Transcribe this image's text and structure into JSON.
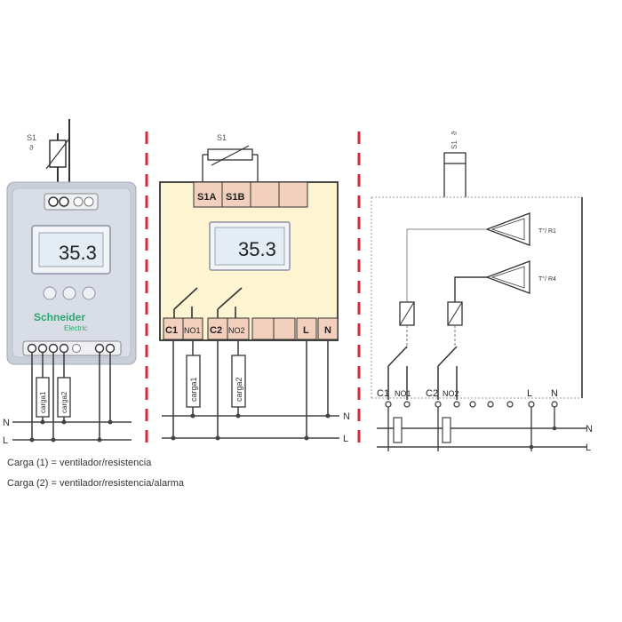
{
  "device": {
    "display_value": "35.3",
    "brand": "Schneider",
    "brand_sub": "Electric"
  },
  "panel1": {
    "sensor_label": "S1",
    "sensor_sub": "ϑ",
    "load1": "carga1",
    "load2": "carga2",
    "label_n": "N",
    "label_l": "L"
  },
  "panel2": {
    "sensor_label": "S1",
    "terminals_top": [
      "S1A",
      "S1B"
    ],
    "display_value": "35.3",
    "terminals_bottom": [
      "C1",
      "NO1",
      "C2",
      "NO2",
      "L",
      "N"
    ],
    "load1": "carga1",
    "load2": "carga2",
    "label_n": "N",
    "label_l": "L"
  },
  "panel3": {
    "sensor_label": "S1",
    "sensor_sub": "ϑ",
    "comparator1": "T°/ R1",
    "comparator2": "T°/ R4",
    "terminals": [
      "C1",
      "NO1",
      "C2",
      "NO2",
      "L",
      "N"
    ],
    "label_n": "N",
    "label_l": "L"
  },
  "captions": [
    "Carga (1) = ventilador/resistencia",
    "Carga (2) = ventilador/resistencia/alarma"
  ],
  "colors": {
    "separator": "#d8283a",
    "device_body": "#c9ced9",
    "panel_fill": "#fdf4d2",
    "terminal_fill": "#f2d0bd",
    "display_fill": "#e4ecf4",
    "brand": "#2aa872",
    "wire": "#444444"
  }
}
